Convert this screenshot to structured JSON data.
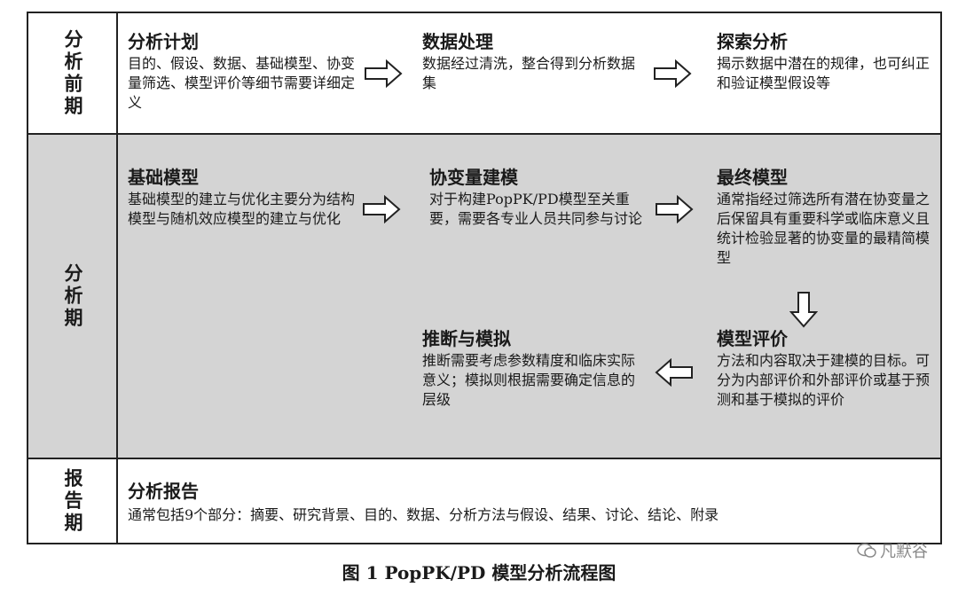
{
  "phases": {
    "pre": "分析前期",
    "analysis": "分析期",
    "report": "报告期"
  },
  "pre": {
    "plan": {
      "title": "分析计划",
      "body": "目的、假设、数据、基础模型、协变量筛选、模型评价等细节需要详细定义"
    },
    "processing": {
      "title": "数据处理",
      "body": "数据经过清洗，整合得到分析数据集"
    },
    "explore": {
      "title": "探索分析",
      "body": "揭示数据中潜在的规律，也可纠正和验证模型假设等"
    }
  },
  "analysis": {
    "base": {
      "title": "基础模型",
      "body": "基础模型的建立与优化主要分为结构模型与随机效应模型的建立与优化"
    },
    "covariate": {
      "title": "协变量建模",
      "body": "对于构建PopPK/PD模型至关重要，需要各专业人员共同参与讨论"
    },
    "final": {
      "title": "最终模型",
      "body": "通常指经过筛选所有潜在协变量之后保留具有重要科学或临床意义且统计检验显著的协变量的最精简模型"
    },
    "evaluation": {
      "title": "模型评价",
      "body": "方法和内容取决于建模的目标。可分为内部评价和外部评价或基于预测和基于模拟的评价"
    },
    "inference": {
      "title": "推断与模拟",
      "body": "推断需要考虑参数精度和临床实际意义；模拟则根据需要确定信息的层级"
    }
  },
  "report": {
    "title": "分析报告",
    "body": "通常包括9个部分：摘要、研究背景、目的、数据、分析方法与假设、结果、讨论、结论、附录"
  },
  "caption": "图 1    PopPK/PD 模型分析流程图",
  "watermark": "凡默谷",
  "colors": {
    "analysis_bg": "#d4d4d4",
    "border": "#222222"
  }
}
